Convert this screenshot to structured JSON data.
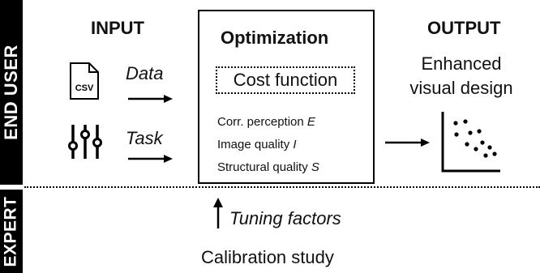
{
  "roles": {
    "end_user": "END USER",
    "expert": "EXPERT"
  },
  "input": {
    "heading": "INPUT",
    "data_label": "Data",
    "task_label": "Task",
    "csv_text": "CSV"
  },
  "optimization": {
    "heading": "Optimization",
    "cost_function": "Cost function",
    "metrics": [
      {
        "name": "Corr. perception",
        "symbol": "E"
      },
      {
        "name": "Image quality",
        "symbol": "I"
      },
      {
        "name": "Structural quality",
        "symbol": "S"
      }
    ]
  },
  "output": {
    "heading": "OUTPUT",
    "line1": "Enhanced",
    "line2": "visual design"
  },
  "expert": {
    "tuning_factors": "Tuning factors",
    "calibration": "Calibration study"
  },
  "icons": [
    "csv-file-icon",
    "sliders-icon",
    "scatterplot-icon"
  ]
}
